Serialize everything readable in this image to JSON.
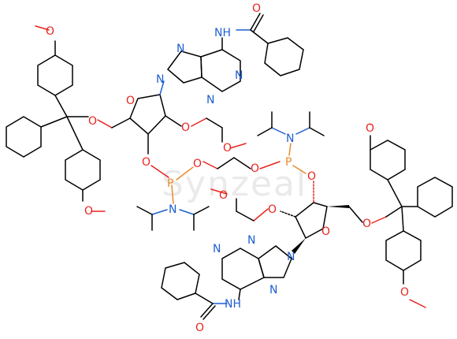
{
  "watermark": "Synzeal",
  "atoms": {
    "o": "O",
    "n": "N",
    "p": "P",
    "nh": "NH",
    "ome": "O"
  }
}
